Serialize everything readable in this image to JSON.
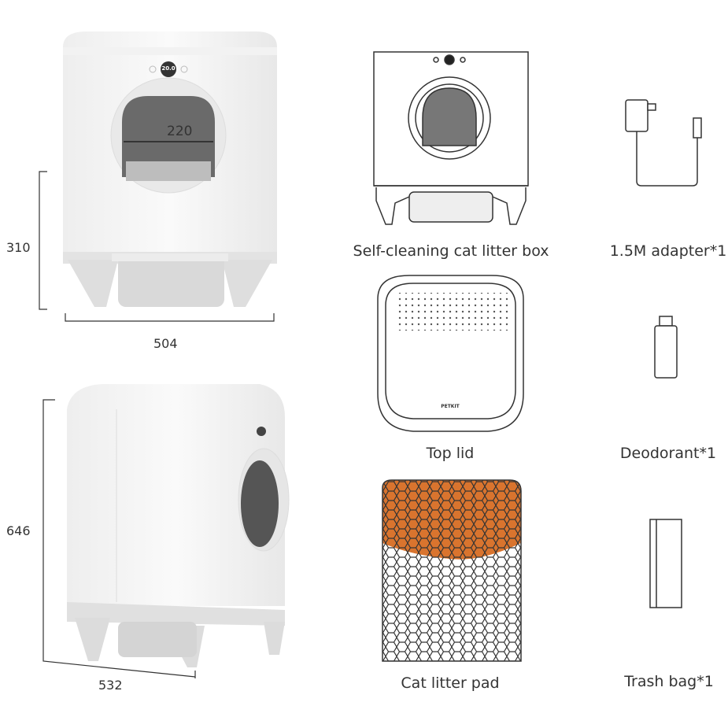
{
  "dimensions": {
    "front_height": "310",
    "front_width": "504",
    "entrance_width": "220",
    "side_height": "646",
    "side_depth": "532"
  },
  "display_reading": "20.0",
  "brand_logo": "PETKIT",
  "items": [
    {
      "label": "Self-cleaning cat litter box"
    },
    {
      "label": "1.5M adapter*1"
    },
    {
      "label": "Top lid"
    },
    {
      "label": "Deodorant*1"
    },
    {
      "label": "Cat litter pad"
    },
    {
      "label": "Trash bag*1"
    }
  ],
  "colors": {
    "pad_orange": "#d9742e",
    "body_white": "#f7f7f7",
    "base_gray": "#dcdcdc"
  }
}
